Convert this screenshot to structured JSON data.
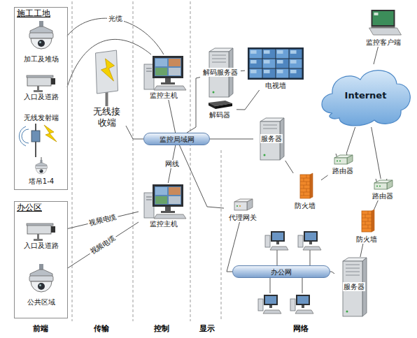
{
  "diagram": {
    "nodes": [
      {
        "text": [
          "施工工地"
        ]
      },
      {
        "text": [
          "加工及堆场"
        ],
        "in": 0
      },
      {
        "text": [
          "入口及道路"
        ],
        "in": 0
      },
      {
        "text": [
          "无线发射端"
        ],
        "in": 0
      },
      {
        "text": [
          "塔吊1-4"
        ],
        "in": 0
      },
      {
        "text": [
          "办公区"
        ]
      },
      {
        "text": [
          "入口及道路"
        ],
        "in": 5
      },
      {
        "text": [
          "公共区域"
        ],
        "in": 5
      },
      {
        "text": [
          "无线接收端"
        ]
      },
      {
        "text": [
          "监控主机"
        ]
      },
      {
        "text": [
          "监控局域网"
        ]
      },
      {
        "text": [
          "监控主机"
        ]
      },
      {
        "text": [
          "解码服务器"
        ]
      },
      {
        "text": [
          "电视墙"
        ]
      },
      {
        "text": [
          "解码器"
        ]
      },
      {
        "text": [
          "服务器"
        ]
      },
      {
        "text": [
          "防火墙"
        ]
      },
      {
        "text": [
          "路由器"
        ]
      },
      {
        "text": [
          "Internet"
        ]
      },
      {
        "text": [
          "监控客户端"
        ]
      },
      {
        "text": [
          "路由器"
        ]
      },
      {
        "text": [
          "防火墙"
        ]
      },
      {
        "text": [
          "代理网关"
        ]
      },
      {
        "text": [
          "办公网"
        ]
      },
      {
        "text": [
          "服务器"
        ]
      }
    ],
    "edges": [
      {
        "from": 1,
        "to": 9,
        "label": "光缆",
        "arrow": "none"
      },
      {
        "from": 2,
        "to": 9,
        "arrow": "none"
      },
      {
        "from": 3,
        "to": 4,
        "arrow": "none"
      },
      {
        "from": 6,
        "to": 11,
        "label": "视频电缆",
        "arrow": "none"
      },
      {
        "from": 7,
        "to": 11,
        "label": "视频电缆",
        "arrow": "none"
      },
      {
        "from": 8,
        "to": 10,
        "arrow": "none"
      },
      {
        "from": 9,
        "to": 10,
        "arrow": "none"
      },
      {
        "from": 10,
        "to": 11,
        "label": "网线",
        "arrow": "none"
      },
      {
        "from": 12,
        "to": 10,
        "arrow": "none"
      },
      {
        "from": 12,
        "to": 13,
        "arrow": "none"
      },
      {
        "from": 14,
        "to": 13,
        "arrow": "none"
      },
      {
        "from": 10,
        "to": 15,
        "arrow": "none"
      },
      {
        "from": 10,
        "to": 22,
        "arrow": "none"
      },
      {
        "from": 15,
        "to": 16,
        "arrow": "none"
      },
      {
        "from": 16,
        "to": 17,
        "arrow": "none"
      },
      {
        "from": 17,
        "to": 18,
        "arrow": "none"
      },
      {
        "from": 18,
        "to": 19,
        "arrow": "none"
      },
      {
        "from": 18,
        "to": 20,
        "arrow": "none"
      },
      {
        "from": 20,
        "to": 21,
        "arrow": "none"
      },
      {
        "from": 21,
        "to": 24,
        "arrow": "none"
      },
      {
        "from": 22,
        "to": 23,
        "arrow": "none"
      },
      {
        "from": 23,
        "to": 24,
        "arrow": "none"
      }
    ],
    "labels": [
      "前端",
      "传输",
      "控制",
      "显示",
      "网络"
    ]
  }
}
